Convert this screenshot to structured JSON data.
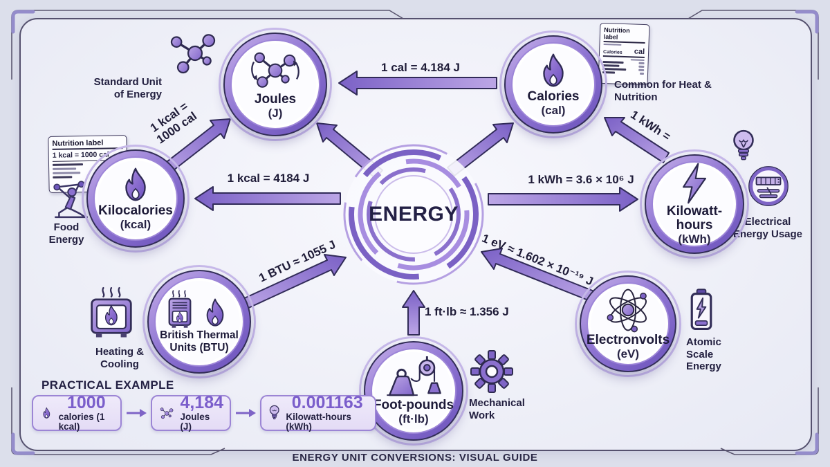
{
  "frame": {
    "title": "ENERGY UNIT CONVERSIONS: VISUAL GUIDE"
  },
  "hub": {
    "label": "ENERGY"
  },
  "nodes": {
    "joules": {
      "name": "Joules",
      "symbol": "(J)"
    },
    "calories": {
      "name": "Calories",
      "symbol": "(cal)"
    },
    "kilocalories": {
      "name": "Kilocalories",
      "symbol": "(kcal)"
    },
    "kwh": {
      "name": "Kilowatt-hours",
      "symbol": "(kWh)"
    },
    "btu": {
      "name": "British Thermal Units",
      "symbol": "(BTU)"
    },
    "ftlb": {
      "name": "Foot-pounds",
      "symbol": "(ft·lb)"
    },
    "ev": {
      "name": "Electronvolts",
      "symbol": "(eV)"
    }
  },
  "annotations": {
    "joules": "Standard Unit of Energy",
    "calories": "Common for Heat & Nutrition",
    "kilocalories": "Food Energy",
    "kwh": "Electrical Energy Usage",
    "btu": "Heating & Cooling",
    "ftlb": "Mechanical Work",
    "ev": "Atomic Scale Energy"
  },
  "labels": {
    "cal_to_j": "1 cal = 4.184 J",
    "kcal_to_cal": "1 kcal = 1000 cal",
    "kcal_to_j": "1 kcal = 4184 J",
    "kwh_to_j": "1 kWh = 3.6 × 10⁶ J",
    "kwh_partial": "1 kWh =",
    "btu_to_j": "1 BTU ≈ 1055 J",
    "ftlb_to_j": "1 ft·lb ≈ 1.356 J",
    "ev_to_j": "1 eV ≈ 1.602 × 10⁻¹⁹ J"
  },
  "cards": {
    "calories_label": {
      "title": "Nutrition label",
      "row": "Calories",
      "unit": "cal"
    },
    "kcal_label": {
      "title": "Nutrition label",
      "row": "1 kcal = 1000 cal"
    }
  },
  "example": {
    "heading": "PRACTICAL EXAMPLE",
    "steps": [
      {
        "value": "1000",
        "unit": "calories (1 kcal)"
      },
      {
        "value": "4,184",
        "unit": "Joules (J)"
      },
      {
        "value": "0.001163",
        "unit": "Kilowatt-hours (kWh)"
      }
    ]
  },
  "icons": {
    "joules": "molecule-icon",
    "calories": "flame-icon",
    "kilocalories": "flame-icon",
    "kwh": "lightning-bolt-icon",
    "btu": "heater-and-flame-icon",
    "ftlb": "weight-and-pulley-icon",
    "ev": "atom-icon",
    "side": [
      "nutrition-label-card",
      "weightlifter-icon",
      "lightbulb-icon",
      "electric-meter-icon",
      "furnace-icon",
      "gear-icon",
      "battery-icon"
    ]
  },
  "colors": {
    "accent": "#7b5ecb",
    "arrow": "#9c83d7",
    "outline": "#332e58",
    "text": "#201d3c",
    "panel": "#eff0f8"
  }
}
